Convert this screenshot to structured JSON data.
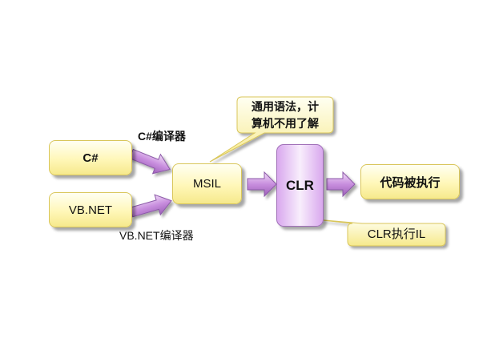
{
  "nodes": {
    "csharp": "C#",
    "vbnet": "VB.NET",
    "msil": "MSIL",
    "clr": "CLR",
    "exec": "代码被执行"
  },
  "edges": {
    "csharp_compiler": "C#编译器",
    "vbnet_compiler": "VB.NET编译器"
  },
  "callouts": {
    "msil_line1": "通用语法，计",
    "msil_line2": "算机不用了解",
    "clr_note": "CLR执行IL"
  },
  "colors": {
    "box_fill": "#fff7b8",
    "arrow_fill": "#c88ede",
    "clr_fill": "#e6c4f3"
  }
}
